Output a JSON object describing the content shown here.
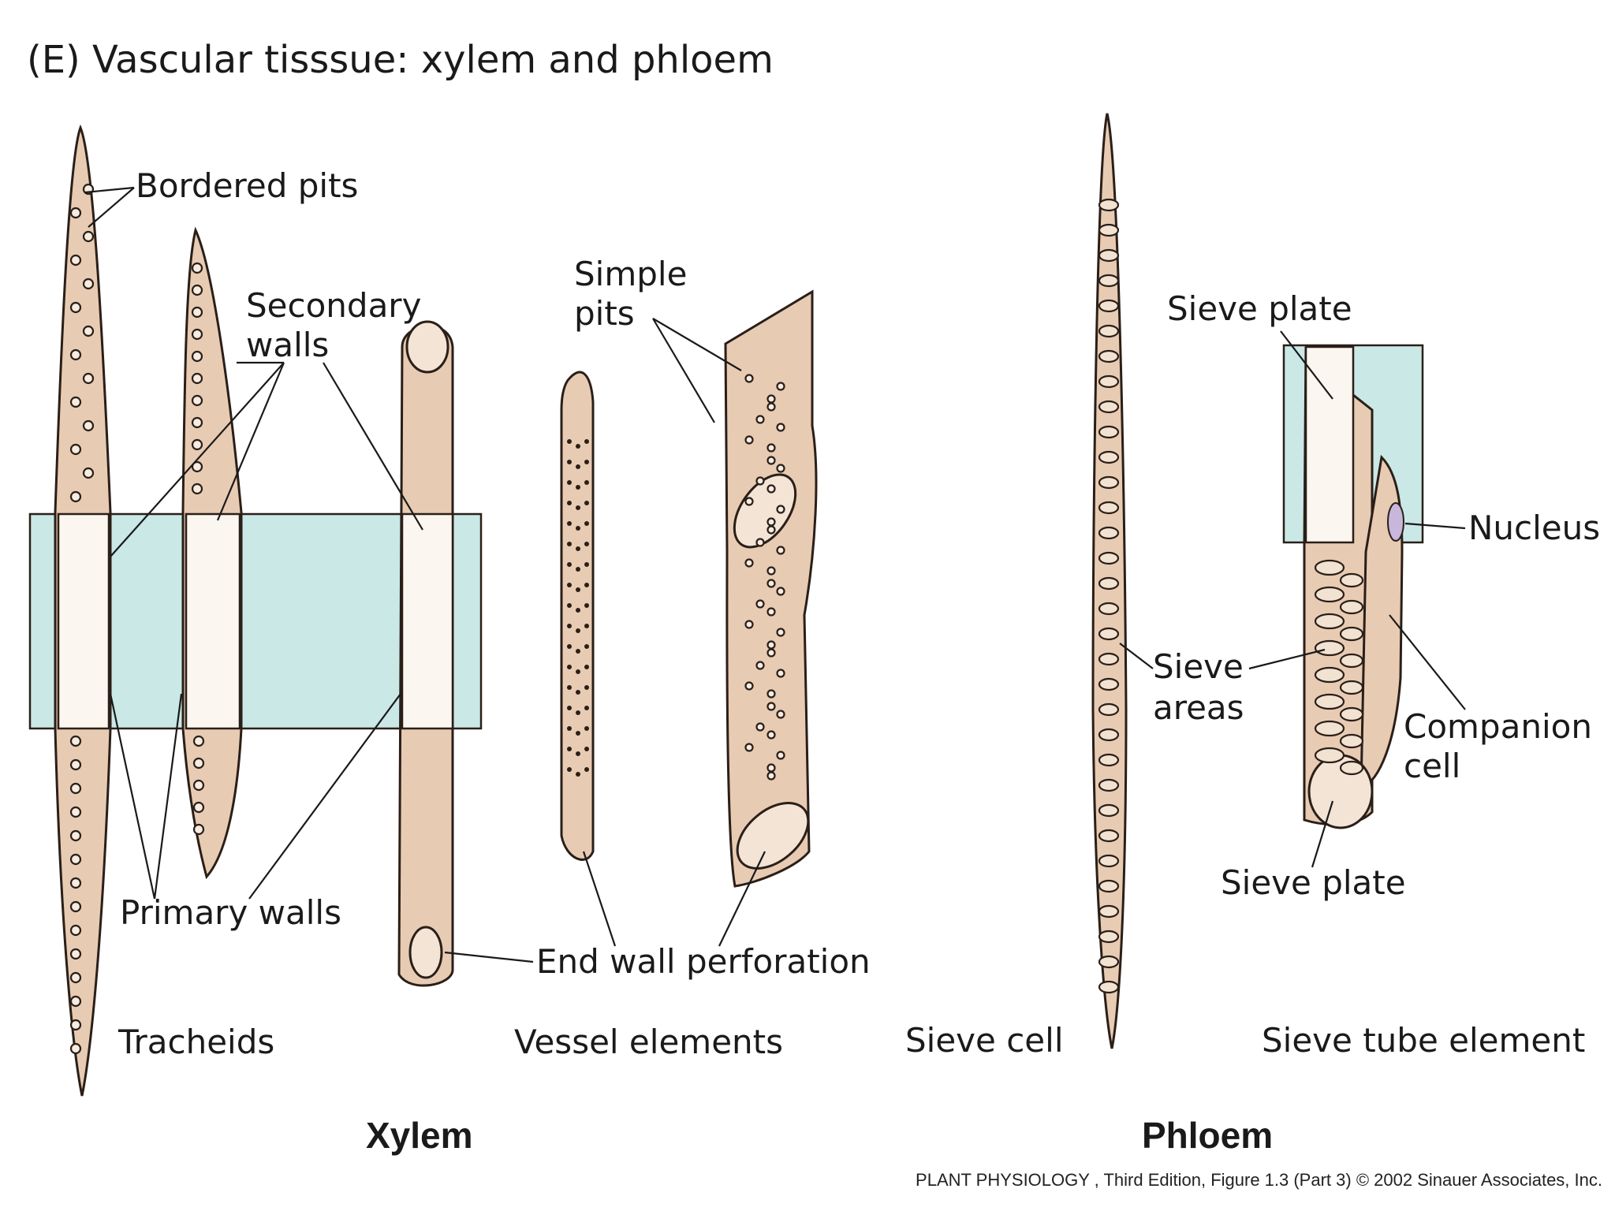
{
  "title": "(E)  Vascular tisssue: xylem and phloem",
  "labels": {
    "bordered_pits": "Bordered pits",
    "secondary_walls_1": "Secondary",
    "secondary_walls_2": "walls",
    "primary_walls": "Primary walls",
    "simple_pits_1": "Simple",
    "simple_pits_2": "pits",
    "end_wall_perforation": "End wall perforation",
    "sieve_plate_top": "Sieve plate",
    "nucleus": "Nucleus",
    "sieve_areas_1": "Sieve",
    "sieve_areas_2": "areas",
    "companion_cell_1": "Companion",
    "companion_cell_2": "cell",
    "sieve_plate_bottom": "Sieve plate"
  },
  "captions": {
    "tracheids": "Tracheids",
    "vessel_elements": "Vessel elements",
    "sieve_cell": "Sieve cell",
    "sieve_tube_element": "Sieve tube element"
  },
  "groups": {
    "xylem": "Xylem",
    "phloem": "Phloem"
  },
  "credit": "PLANT PHYSIOLOGY , Third Edition, Figure 1.3 (Part 3)  © 2002 Sinauer Associates, Inc.",
  "colors": {
    "cell_fill": "#e8cbb3",
    "inset_fill": "#c9e8e6",
    "outline": "#2a1f18",
    "nucleus": "#c8b6dc"
  }
}
